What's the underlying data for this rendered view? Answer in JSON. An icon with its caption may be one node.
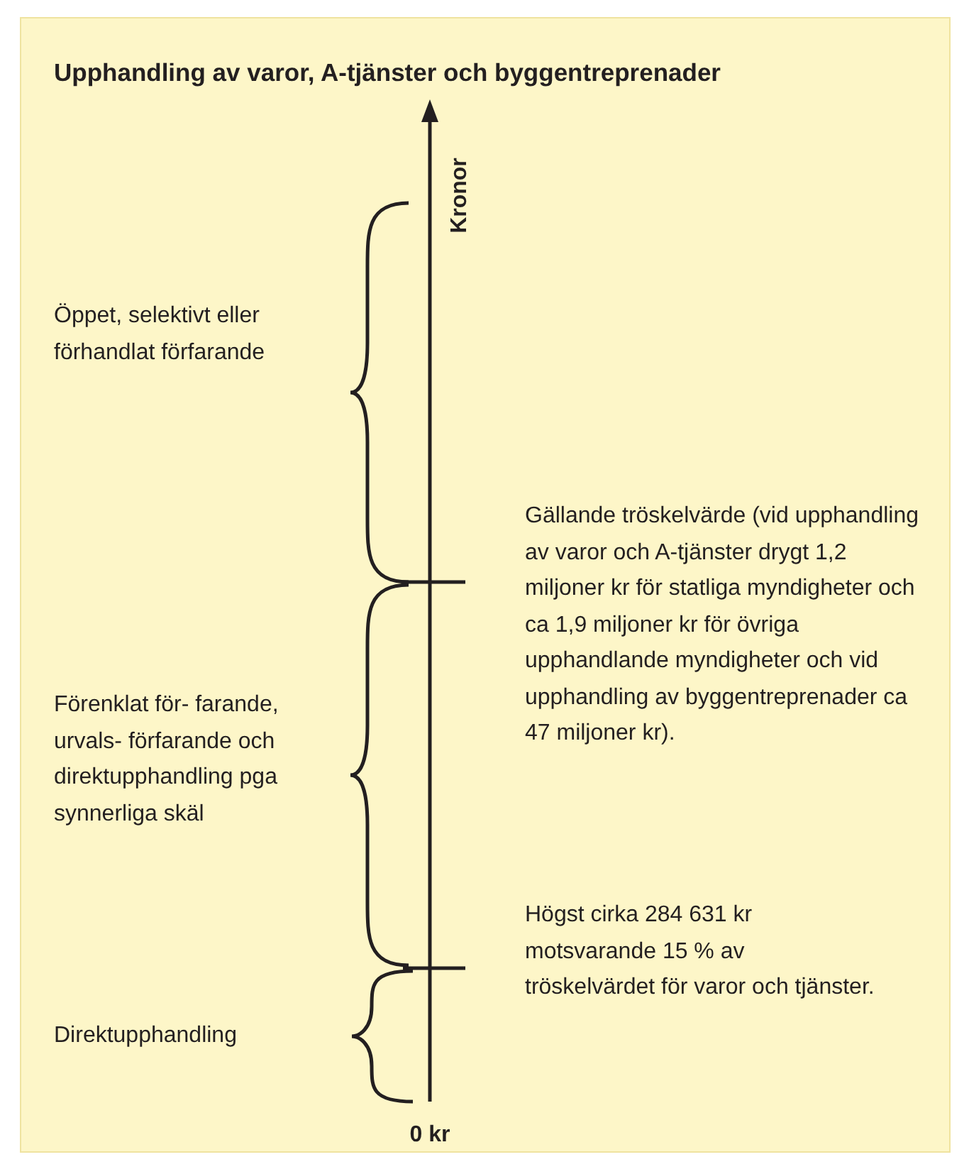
{
  "diagram": {
    "title": "Upphandling av varor, A-tjänster och byggentreprenader",
    "labels": [
      "Kronor",
      "Öppet, selektivt eller förhandlat förfarande",
      "Gällande tröskelvärde (vid upphandling av varor och A-tjänster drygt 1,2 miljoner kr för statliga myndigheter och ca 1,9 miljoner kr för övriga upphandlande myndigheter och vid upphandling av byggentreprenader ca 47 miljoner kr).",
      "Förenklat för- farande, urvals- förfarande och direktupphandling pga synnerliga skäl",
      "Direktupphandling",
      "Högst cirka 284 631 kr motsvarande 15 % av tröskelvärdet för varor och tjänster.",
      "0 kr"
    ]
  }
}
